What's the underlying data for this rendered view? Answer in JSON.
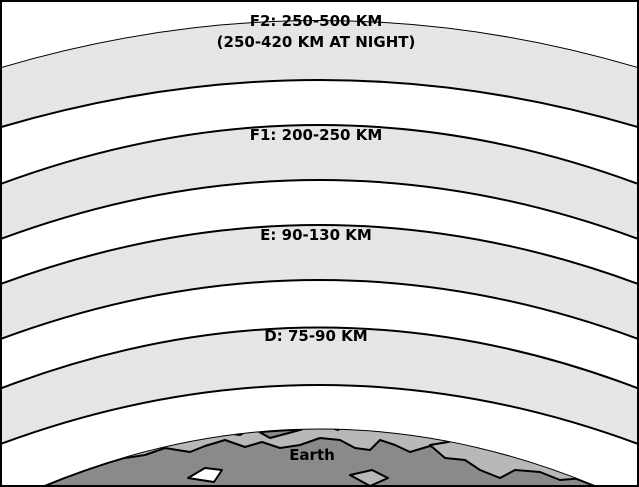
{
  "layers": [
    {
      "id": "f2",
      "label_line1": "F2: 250-500 KM",
      "label_line2": "(250-420 KM AT NIGHT)"
    },
    {
      "id": "f1",
      "label_line1": "F1: 200-250 KM"
    },
    {
      "id": "e",
      "label_line1": "E: 90-130 KM"
    },
    {
      "id": "d",
      "label_line1": "D: 75-90 KM"
    }
  ],
  "earth": {
    "label": "Earth"
  },
  "colors": {
    "band_fill": "#e4e4e4",
    "gap_fill": "#ffffff",
    "outline": "#000000",
    "earth_dark": "#8a8a8a",
    "earth_light": "#b8b8b8"
  }
}
